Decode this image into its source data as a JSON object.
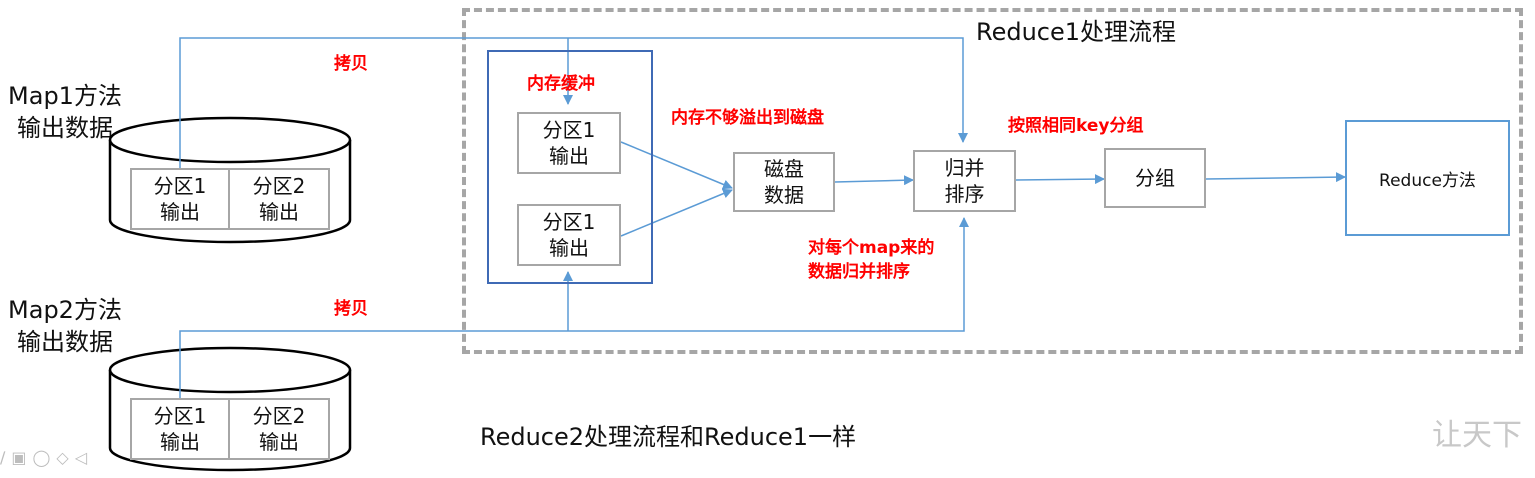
{
  "reduce1_title": "Reduce1处理流程",
  "reduce2_note": "Reduce2处理流程和Reduce1一样",
  "map1": {
    "title_line1": "Map1方法",
    "title_line2": "输出数据",
    "cell1": "分区1\n输出",
    "cell2": "分区2\n输出"
  },
  "map2": {
    "title_line1": "Map2方法",
    "title_line2": "输出数据",
    "cell1": "分区1\n输出",
    "cell2": "分区2\n输出"
  },
  "copy_label_top": "拷贝",
  "copy_label_bottom": "拷贝",
  "memory_buffer_label": "内存缓冲",
  "buffer_item1": "分区1\n输出",
  "buffer_item2": "分区1\n输出",
  "spill_label": "内存不够溢出到磁盘",
  "disk_data": "磁盘\n数据",
  "merge_sort": "归并\n排序",
  "merge_note": "对每个map来的\n数据归并排序",
  "group_by_key_label": "按照相同key分组",
  "group": "分组",
  "reduce_method": "Reduce方法",
  "toolbar_icons": [
    "pen-icon",
    "screen-icon",
    "lasso-icon",
    "eraser-icon",
    "marker-icon"
  ],
  "colors": {
    "blue": "#5b9bd5",
    "dark_blue": "#3f6ab5",
    "red": "#ff0000",
    "gray": "#a6a6a6"
  }
}
